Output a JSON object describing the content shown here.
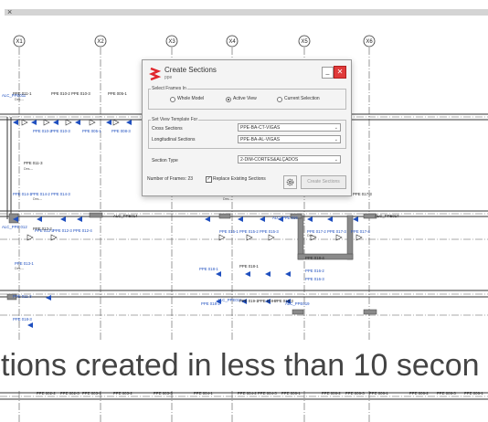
{
  "top_bar": {
    "close_glyph": "×"
  },
  "grid_labels": [
    "X1",
    "X2",
    "X3",
    "X4",
    "X5",
    "X6"
  ],
  "plan_tags": {
    "alc_ppe011": "ALC_PPE011",
    "ppe_0111": "PPE 011-1",
    "ppe_0102": "PPE 010-2",
    "ppe_0103": "PPE 010-3",
    "ppe_0051": "PPE 005-1",
    "ppe_0083": "PPE 008-3",
    "ppe_0131": "PPE 013-1",
    "ppe_0113": "PPE 011-3",
    "ppe_0141": "PPE 014-1",
    "ppe_0142": "PPE 014-2",
    "ppe_0143": "PPE 014-3",
    "ppe_0122": "PPE 012-2",
    "ppe_0123": "PPE 012-3",
    "ppe_0124": "PPE 012-4",
    "alc_ppe_012": "ALC_PPE 012",
    "alc_ppe014": "ALC_PPE014",
    "ppe_0151": "PPE 015-1",
    "ppe_0152": "PPE 015-2",
    "ppe_0153": "PPE 015-3",
    "ppe_0171": "PPE 017-1",
    "ppe_0172": "PPE 017-2",
    "ppe_0173": "PPE 017-3",
    "ppe_0174": "PPE 017-4",
    "alc_ppe_015": "ALC_PPE 015",
    "alc_ppe_016": "ALC_PPE 016",
    "alc_ppe017": "ALC_PPE017",
    "ppe_0162": "PPE 016-2",
    "ppe_0163": "PPE 016-3",
    "ppe_0181": "PPE 018-1",
    "ppe_0182": "PPE 018-2",
    "ppe_0183": "PPE 018-3",
    "ppe_0184": "PPE 018-4",
    "ppe_0191": "PPE 019-1",
    "ppe_0192": "PPE 019-2",
    "ppe_0193": "PPE 019-3",
    "alc_ppe019": "ALC_PPE019",
    "alc_ppe018": "ALC_PPE018",
    "ppe_0022": "PPE 002-2",
    "ppe_0023": "PPE 002-3",
    "ppe_0031": "PPE 003-1",
    "ppe_0032": "PPE 003-2",
    "ppe_0033": "PPE 003-3",
    "ppe_0041": "PPE 004-1",
    "ppe_0042": "PPE 004-2",
    "ppe_0043": "PPE 004-3",
    "ppe_0061": "PPE 006-1",
    "ppe_0062": "PPE 006-2",
    "ppe_0063": "PPE 006-3",
    "des": "Des---"
  },
  "dialog": {
    "title": "Create Sections",
    "subtitle": "ppe",
    "minimize_glyph": "_",
    "close_glyph": "✕",
    "select_frames_label": "Select Frames In",
    "radio_options": [
      "Whole Model",
      "Active View",
      "Current Selection"
    ],
    "selected_radio": "Active View",
    "view_template_label": "Set View Template For",
    "cross_sections_label": "Cross Sections",
    "cross_sections_value": "PPE-BA-CT-VIGAS",
    "longitudinal_sections_label": "Longitudinal Sections",
    "longitudinal_sections_value": "PPE-BA-AL-VIGAS",
    "section_type_label": "Section Type",
    "section_type_value": "2-DIM-CORTES&ALÇADOS",
    "number_of_frames_label": "Number of Frames: 23",
    "replace_existing_label": "Replace Existing Sections",
    "replace_existing_checked": true,
    "create_button_label": "Create Sections",
    "check_glyph": "✓",
    "chevron_glyph": "⌄"
  },
  "caption": "ctions created in less than 10 secon"
}
